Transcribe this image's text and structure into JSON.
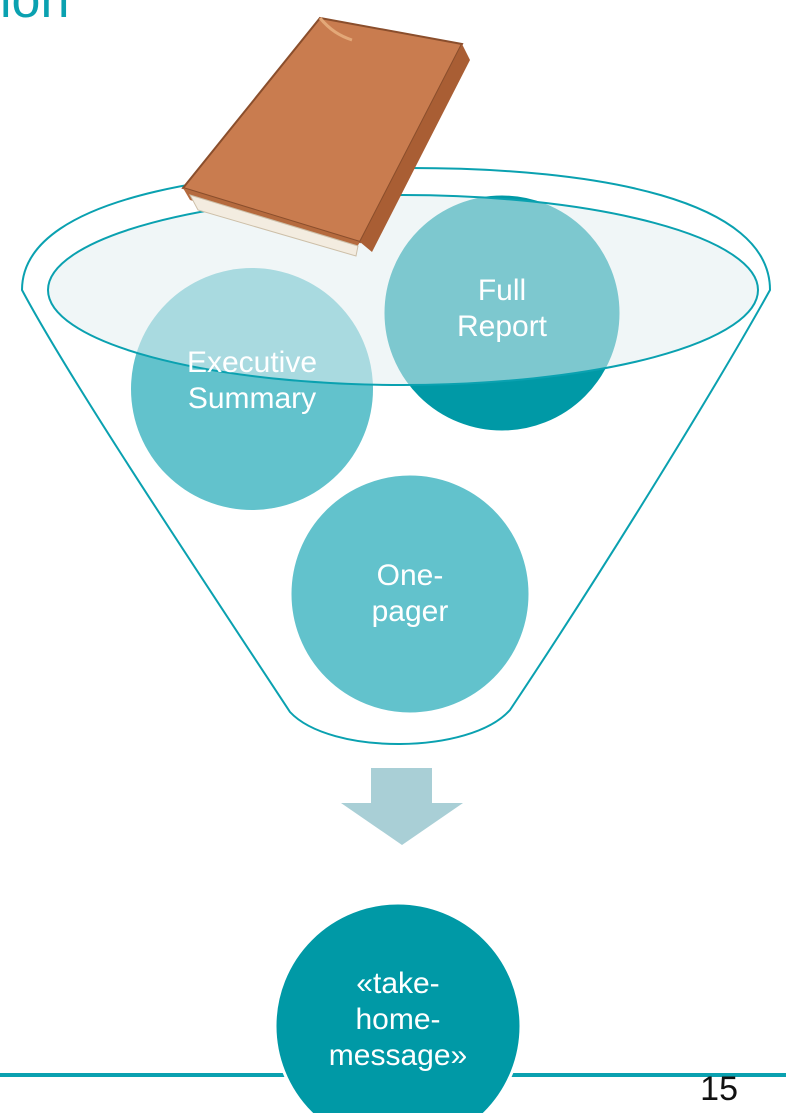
{
  "slide": {
    "title_fragment": "ion",
    "page_number": "15"
  },
  "funnel": {
    "items": [
      {
        "id": "full-report",
        "label": "Full\nReport",
        "color": "#0099a6"
      },
      {
        "id": "executive-summary",
        "label": "Executive\nSummary",
        "color": "#62c2cc"
      },
      {
        "id": "one-pager",
        "label": "One-\npager",
        "color": "#62c2cc"
      }
    ],
    "outcome": {
      "label": "«take-\nhome-\nmessage»",
      "color": "#0099a6"
    }
  },
  "colors": {
    "accent": "#0aa1b0",
    "funnel_fill": "#e3eef0",
    "arrow": "#a9cfd6",
    "book_cover": "#c97c4f"
  },
  "icons": [
    "book-icon",
    "down-arrow-icon"
  ]
}
